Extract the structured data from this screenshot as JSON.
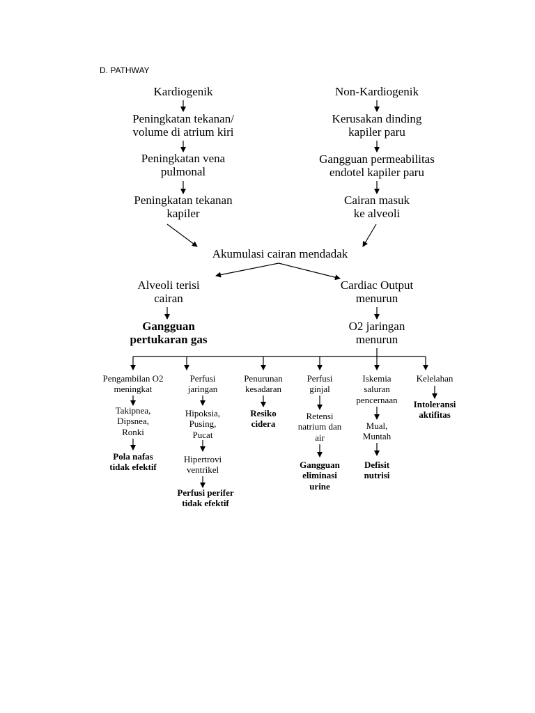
{
  "heading": "D. PATHWAY",
  "left_chain": {
    "start": "Kardiogenik",
    "step1": "Peningkatan tekanan/\nvolume di atrium kiri",
    "step2": "Peningkatan vena\npulmonal",
    "step3": "Peningkatan tekanan\nkapiler"
  },
  "right_chain": {
    "start": "Non-Kardiogenik",
    "step1": "Kerusakan dinding\nkapiler paru",
    "step2": "Gangguan permeabilitas\nendotel kapiler paru",
    "step3": "Cairan masuk\nke alveoli"
  },
  "center": "Akumulasi cairan mendadak",
  "branch_left": {
    "text": "Alveoli terisi\ncairan",
    "result": "Gangguan\npertukaran gas"
  },
  "branch_right": {
    "text": "Cardiac Output\nmenurun",
    "next": "O2 jaringan\nmenurun"
  },
  "columns": [
    {
      "head": "Pengambilan O2\nmeningkat",
      "mid": "Takipnea,\nDipsnea,\nRonki",
      "result": "Pola nafas\ntidak efektif"
    },
    {
      "head": "Perfusi\njaringan",
      "mid": "Hipoksia,\nPusing,\nPucat",
      "mid2": "Hipertrovi\nventrikel",
      "result": "Perfusi perifer\ntidak efektif"
    },
    {
      "head": "Penurunan\nkesadaran",
      "result": "Resiko\ncidera"
    },
    {
      "head": "Perfusi\nginjal",
      "mid": "Retensi\nnatrium dan\nair",
      "result": "Gangguan\neliminasi\nurine"
    },
    {
      "head": "Iskemia\nsaluran\npencernaan",
      "mid": "Mual,\nMuntah",
      "result": "Defisit\nnutrisi"
    },
    {
      "head": "Kelelahan",
      "result": "Intoleransi\naktifitas"
    }
  ]
}
